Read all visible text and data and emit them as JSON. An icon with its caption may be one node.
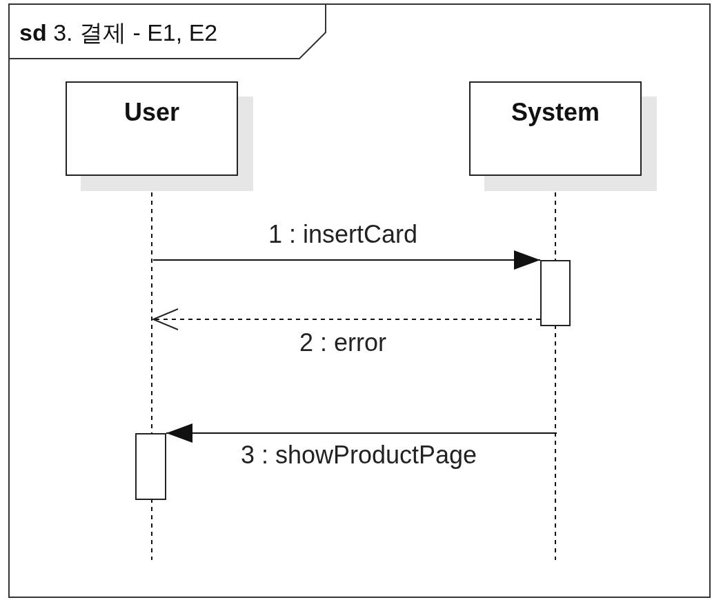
{
  "diagram": {
    "nodes": [
      {
        "text": [
          "**sd** 3. 결제 - E1, E2"
        ]
      },
      {
        "text": [
          "User"
        ],
        "in": 0
      },
      {
        "text": [
          "System"
        ],
        "in": 0
      },
      {
        "text": [],
        "shape": "bar",
        "in": 0
      },
      {
        "text": [],
        "shape": "bar",
        "in": 0
      }
    ],
    "edges": [
      {
        "from": 1,
        "to": null,
        "arrow": "none",
        "style": "dashed"
      },
      {
        "from": 2,
        "to": null,
        "arrow": "none",
        "style": "dashed"
      },
      {
        "from": null,
        "to": 3,
        "arrow": "to",
        "label": "1 : insertCard"
      },
      {
        "from": 3,
        "to": null,
        "arrow": "to",
        "style": "dashed",
        "label": "2 : error"
      },
      {
        "from": null,
        "to": 4,
        "arrow": "to",
        "label": "3 : showProductPage"
      }
    ]
  }
}
